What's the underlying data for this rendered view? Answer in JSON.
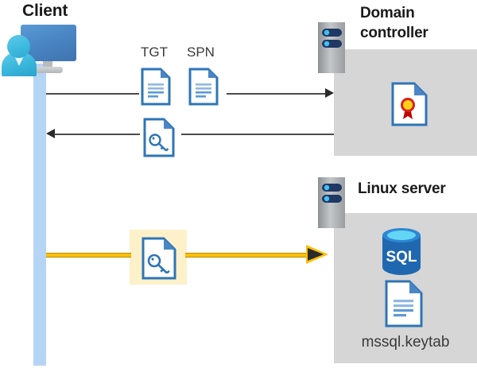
{
  "diagram": {
    "title_client": "Client",
    "title_domain_controller": "Domain controller",
    "title_linux_server": "Linux server",
    "labels": {
      "tgt": "TGT",
      "spn": "SPN",
      "keytab_filename": "mssql.keytab",
      "sql_text": "SQL"
    },
    "icons": {
      "client": "client-workstation-icon",
      "tgt_document": "document-icon",
      "spn_document": "document-icon",
      "key_document_response": "key-document-icon",
      "key_document_highlighted": "key-document-icon",
      "certificate": "certificate-document-icon",
      "server_dc": "server-rack-icon",
      "server_linux": "server-rack-icon",
      "database": "sql-database-icon",
      "keytab_document": "document-icon"
    },
    "arrows": [
      {
        "name": "client-to-dc-request",
        "direction": "right",
        "color": "#4b4b4b",
        "carries": [
          "TGT",
          "SPN"
        ]
      },
      {
        "name": "dc-to-client-response",
        "direction": "left",
        "color": "#4b4b4b",
        "carries": [
          "service ticket"
        ]
      },
      {
        "name": "client-to-linux-ticket",
        "direction": "right",
        "color": "#ffc000",
        "carries": [
          "service ticket"
        ]
      }
    ],
    "colors": {
      "panel_gray": "#d6d6d6",
      "lifeline_blue": "#b5d5f5",
      "highlight_yellow": "#fdf1c9",
      "arrow_yellow": "#ffc000",
      "arrow_gray": "#4b4b4b",
      "doc_border_blue": "#2e75b6",
      "sql_blue": "#1f68b0",
      "seal_red": "#d92121",
      "seal_gold": "#fcd116",
      "monitor_blue": "#4a86c5",
      "person_cyan": "#39b6dc",
      "title_black": "#1a1a1a"
    }
  }
}
